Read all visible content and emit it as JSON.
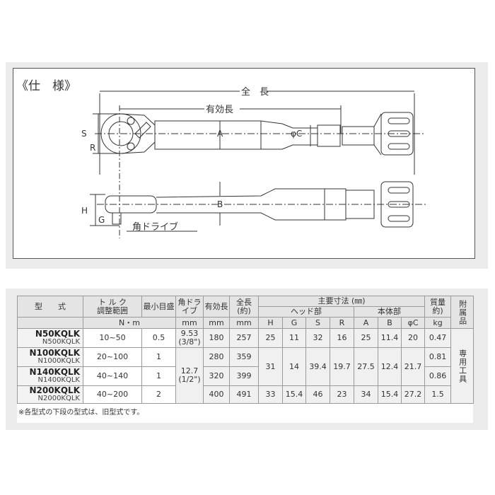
{
  "diagram": {
    "title": "《仕　様》",
    "labels": {
      "overall_length": "全　長",
      "effective_length": "有効長",
      "S": "S",
      "R": "R",
      "A": "A",
      "phiC": "φC",
      "H": "H",
      "G": "G",
      "B": "B",
      "square_drive": "角ドライブ"
    }
  },
  "table": {
    "headers": {
      "model": "型　　式",
      "torque": "トルク\n調整範囲",
      "torque_l1": "ト ル ク",
      "torque_l2": "調整範囲",
      "min_scale": "最小目盛",
      "drive_l1": "角ドラ",
      "drive_l2": "イブ",
      "effective": "有効長",
      "overall": "全長(約)",
      "main_dims": "主要寸法 (㎜)",
      "head": "ヘッド部",
      "body": "本体部",
      "mass": "質量約)",
      "accessory": "附属品",
      "unit_nm": "N・m",
      "unit_mm1": "mm",
      "unit_mm2": "mm",
      "unit_mm3": "mm",
      "H": "H",
      "G": "G",
      "S": "S",
      "R": "R",
      "A": "A",
      "B": "B",
      "phiC": "φC",
      "unit_kg": "kg"
    },
    "rows": [
      {
        "model": "N50KQLK",
        "old_model": "N500KQLK",
        "torque": "10~50",
        "min": "0.5",
        "drive": "9.53",
        "drive_in": "(3/8\")",
        "eff": "180",
        "overall": "257",
        "H": "25",
        "G": "11",
        "S": "32",
        "R": "16",
        "A": "25",
        "B": "11.4",
        "C": "20",
        "kg": "0.47"
      },
      {
        "model": "N100KQLK",
        "old_model": "N1000KQLK",
        "torque": "20~100",
        "min": "1",
        "drive": "12.7",
        "drive_in": "(1/2\")",
        "eff": "280",
        "overall": "359",
        "H": "31",
        "G": "14",
        "S": "39.4",
        "R": "19.7",
        "A": "27.5",
        "B": "12.4",
        "C": "21.7",
        "kg": "0.81"
      },
      {
        "model": "N140KQLK",
        "old_model": "N1400KQLK",
        "torque": "40~140",
        "min": "1",
        "eff": "320",
        "overall": "399",
        "kg": "0.86"
      },
      {
        "model": "N200KQLK",
        "old_model": "N2000KQLK",
        "torque": "40~200",
        "min": "2",
        "eff": "400",
        "overall": "491",
        "H": "33",
        "G": "15.4",
        "S": "46",
        "R": "23",
        "A": "34",
        "B": "15.4",
        "C": "27.2",
        "kg": "1.5"
      }
    ],
    "accessory_value": "専用工具",
    "note": "※各型式の下段の型式は、旧型式です。"
  }
}
